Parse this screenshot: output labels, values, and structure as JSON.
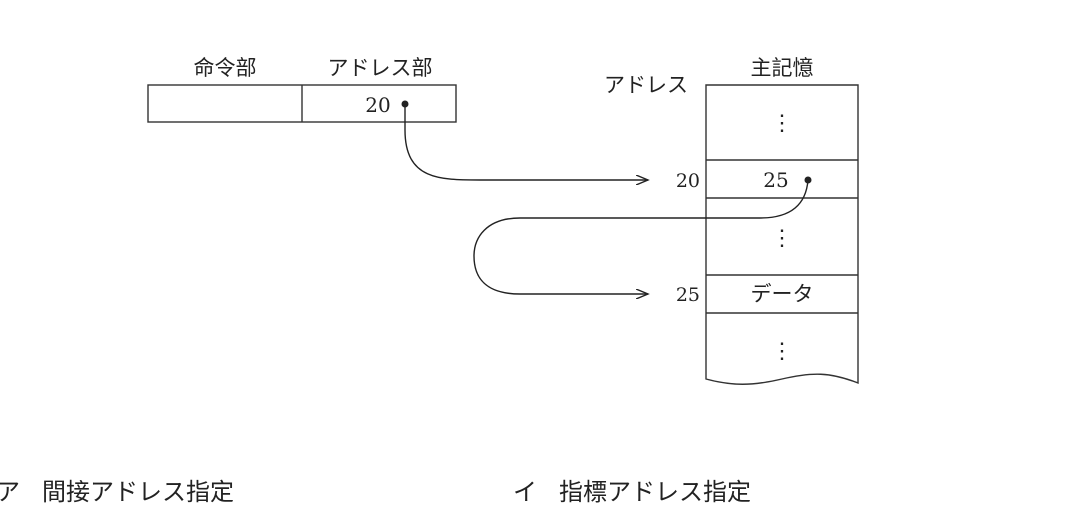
{
  "instruction": {
    "col_opcode": "命令部",
    "col_address": "アドレス部",
    "address_value": "20"
  },
  "memory": {
    "title": "主記憶",
    "address_heading": "アドレス",
    "ellipsis": "⋮",
    "rows": [
      {
        "address": "20",
        "content": "25"
      },
      {
        "address": "25",
        "content": "データ"
      }
    ]
  },
  "options": [
    {
      "letter": "ア",
      "text": "間接アドレス指定"
    },
    {
      "letter": "イ",
      "text": "指標アドレス指定"
    }
  ]
}
